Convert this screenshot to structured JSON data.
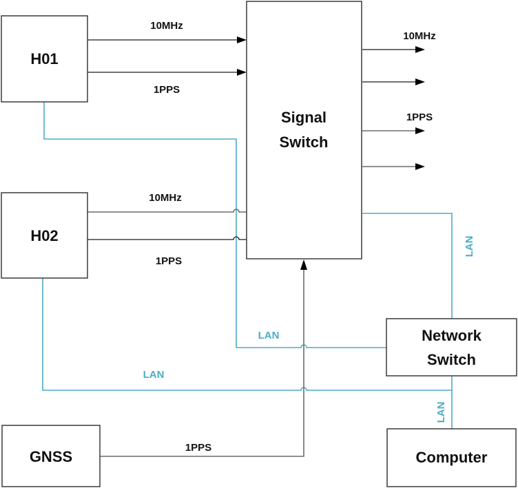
{
  "diagram": {
    "colors": {
      "lan": "#4bacc6",
      "signal": "#000000",
      "box_border": "#3a3a3a"
    },
    "nodes": {
      "h01": {
        "label": "H01"
      },
      "h02": {
        "label": "H02"
      },
      "signal_switch": {
        "label_line1": "Signal",
        "label_line2": "Switch"
      },
      "network_switch": {
        "label_line1": "Network",
        "label_line2": "Switch"
      },
      "gnss": {
        "label": "GNSS"
      },
      "computer": {
        "label": "Computer"
      }
    },
    "edges": {
      "h01_10mhz": {
        "label": "10MHz",
        "from": "H01",
        "to": "Signal Switch",
        "type": "signal"
      },
      "h01_1pps": {
        "label": "1PPS",
        "from": "H01",
        "to": "Signal Switch",
        "type": "signal"
      },
      "h02_10mhz": {
        "label": "10MHz",
        "from": "H02",
        "to": "Signal Switch",
        "type": "signal"
      },
      "h02_1pps": {
        "label": "1PPS",
        "from": "H02",
        "to": "Signal Switch",
        "type": "signal"
      },
      "gnss_1pps": {
        "label": "1PPS",
        "from": "GNSS",
        "to": "Signal Switch",
        "type": "signal"
      },
      "out_10mhz": {
        "label": "10MHz",
        "from": "Signal Switch",
        "to": "output",
        "type": "signal"
      },
      "out_1pps": {
        "label": "1PPS",
        "from": "Signal Switch",
        "to": "output",
        "type": "signal"
      },
      "lan_signal_switch": {
        "label": "LAN",
        "from": "Signal Switch",
        "to": "Network Switch",
        "type": "lan"
      },
      "lan_h01": {
        "label": "LAN",
        "from": "H01",
        "to": "Network Switch",
        "type": "lan"
      },
      "lan_h02": {
        "label": "LAN",
        "from": "H02",
        "to": "Network Switch",
        "type": "lan"
      },
      "lan_computer": {
        "label": "LAN",
        "from": "Network Switch",
        "to": "Computer",
        "type": "lan"
      }
    }
  }
}
